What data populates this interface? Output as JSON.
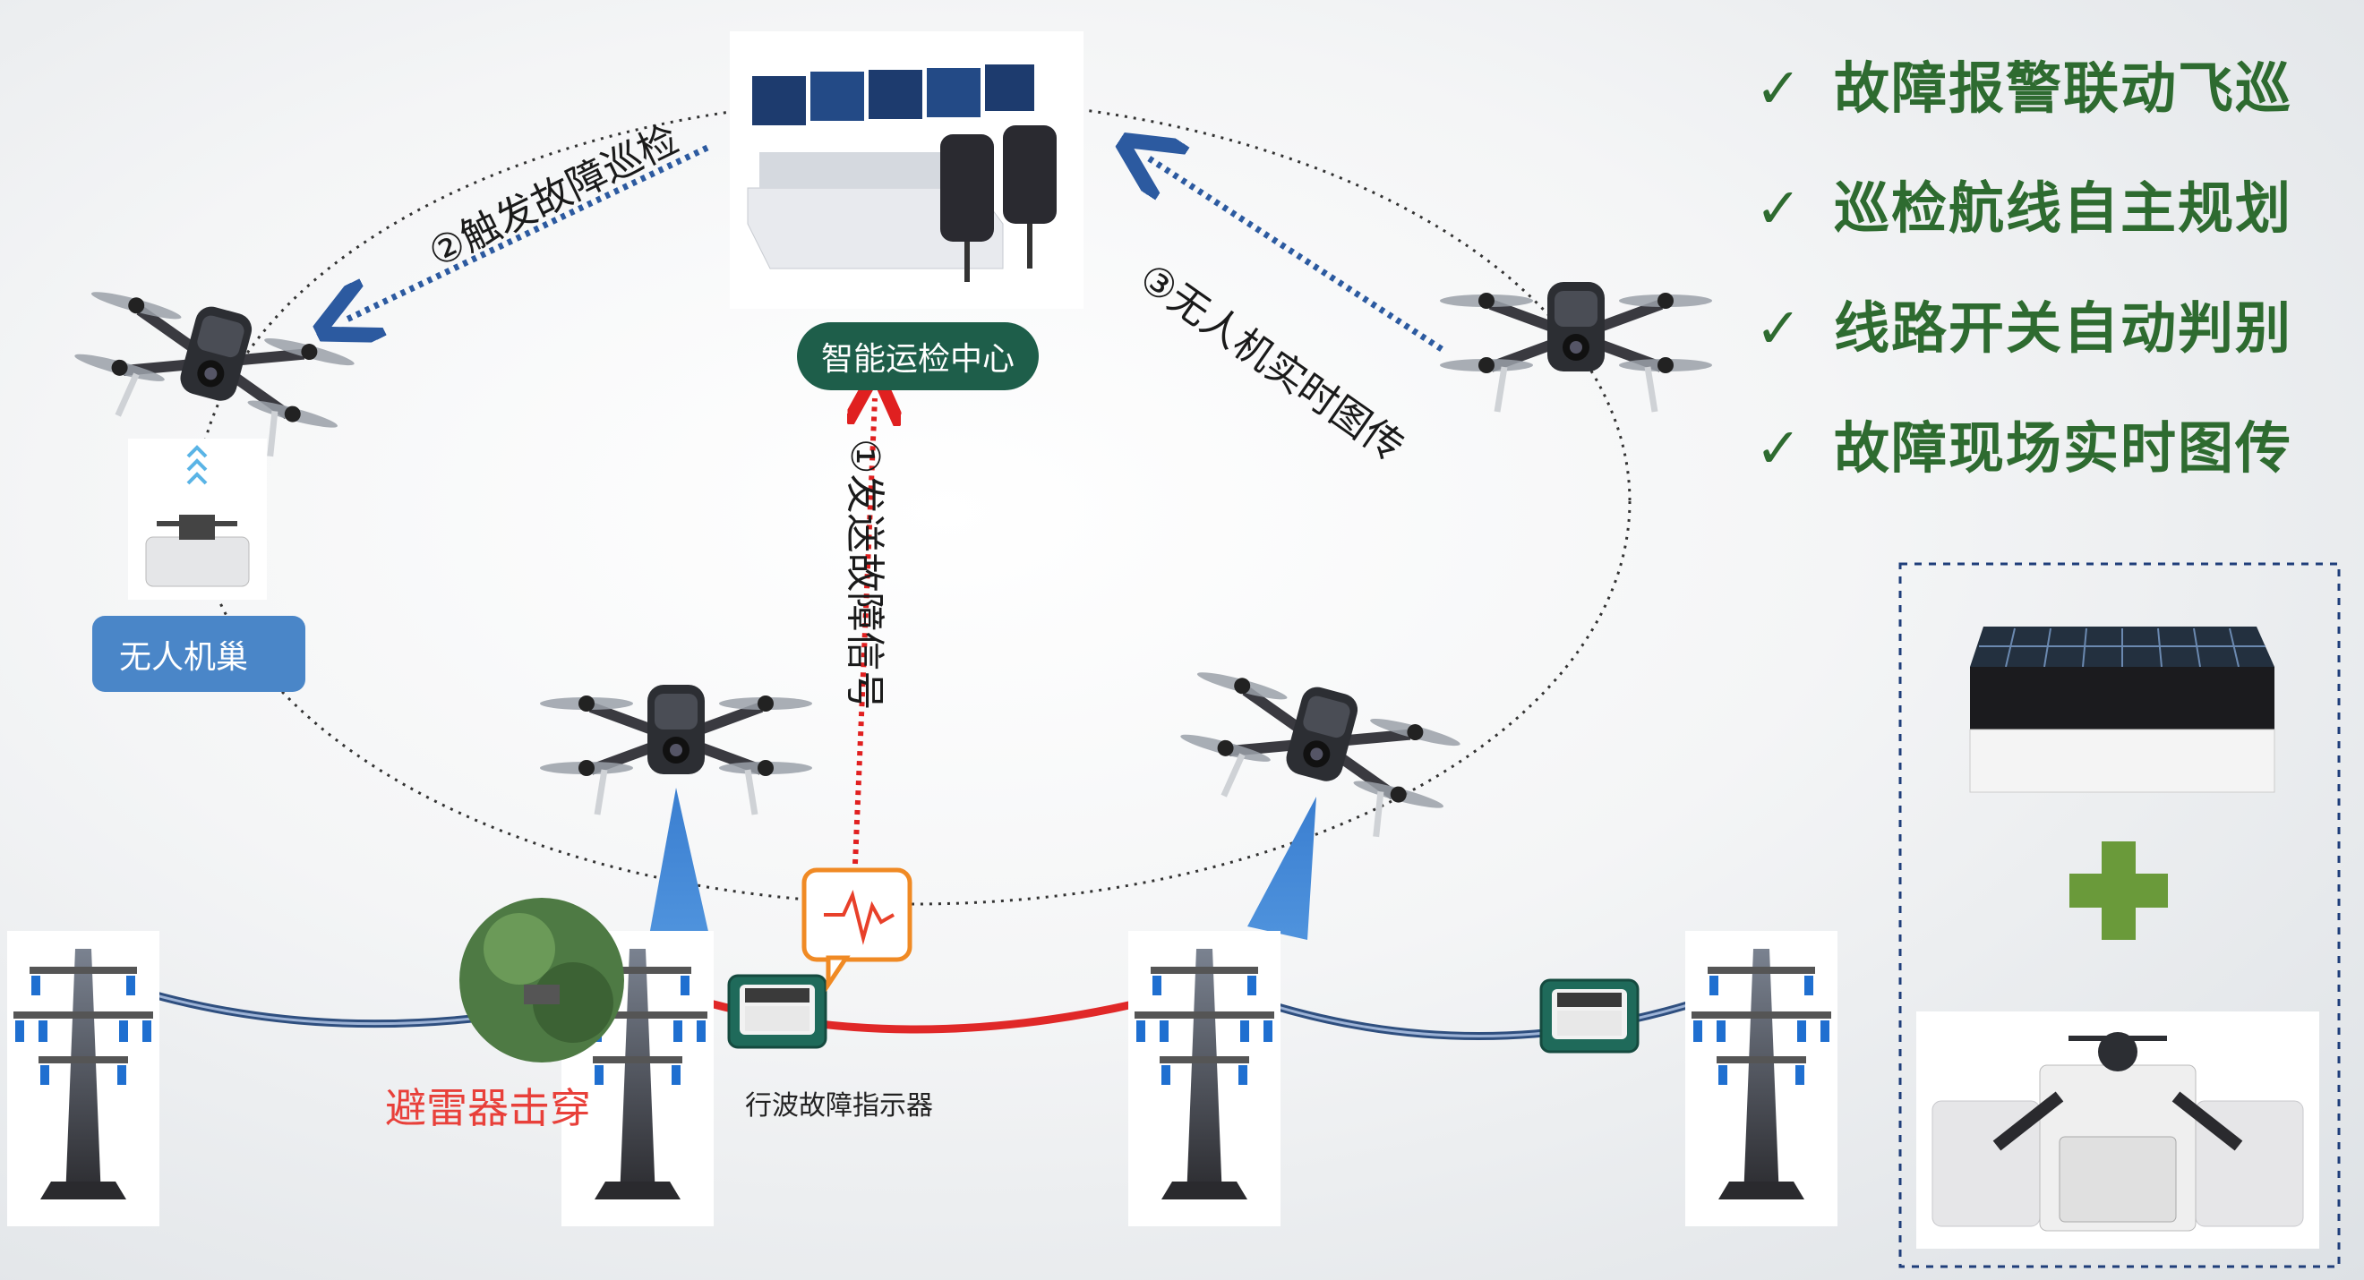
{
  "center": {
    "label": "智能运检中心"
  },
  "nest": {
    "label": "无人机巢"
  },
  "steps": {
    "step1": {
      "num": "①",
      "text": "发送故障信号"
    },
    "step2": {
      "num": "②",
      "text": "触发故障巡检"
    },
    "step3": {
      "num": "③",
      "text": "无人机实时图传"
    }
  },
  "fault": {
    "label": "避雷器击穿"
  },
  "indicator": {
    "label": "行波故障指示器"
  },
  "features": [
    {
      "check": "✓",
      "text": "故障报警联动飞巡"
    },
    {
      "check": "✓",
      "text": "巡检航线自主规划"
    },
    {
      "check": "✓",
      "text": "线路开关自动判别"
    },
    {
      "check": "✓",
      "text": "故障现场实时图传"
    }
  ],
  "colors": {
    "feature_green": "#2e6b30",
    "pill_green": "#1e5e4a",
    "nest_blue": "#4a86c8",
    "fault_red": "#e8403a",
    "signal_red": "#e02020",
    "arrow_blue": "#2c5aa0",
    "plus_green": "#6a9a3a"
  },
  "icons": [
    "drone-icon",
    "control-room-icon",
    "power-tower-icon",
    "signal-bubble-icon",
    "drone-nest-icon",
    "plus-icon"
  ]
}
